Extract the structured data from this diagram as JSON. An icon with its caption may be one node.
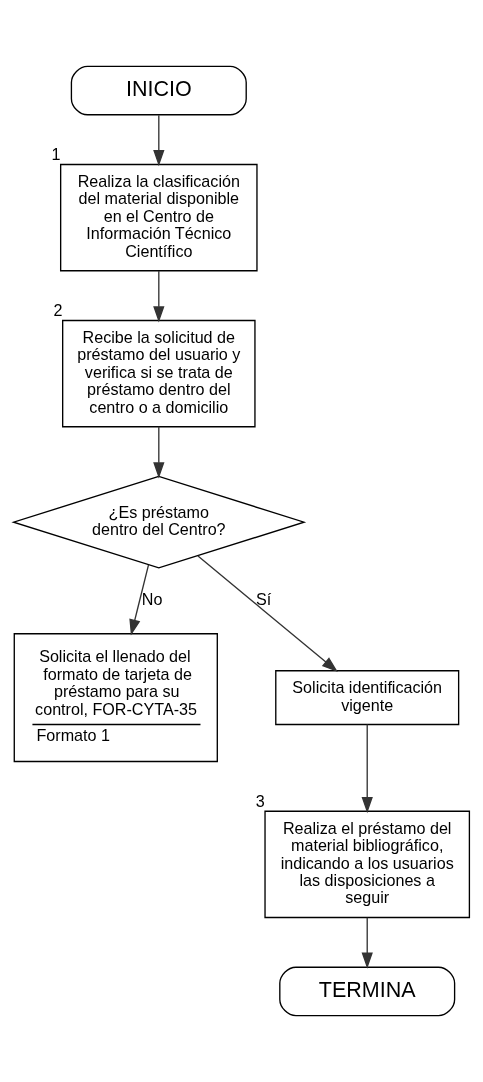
{
  "diagram": {
    "nodes": [
      {
        "text": [
          "INICIO"
        ]
      },
      {
        "text": [
          "Realiza la clasificación del material disponible en el Centro de Información Técnico Científico"
        ],
        "beside": [
          "1"
        ]
      },
      {
        "text": [
          "Recibe la solicitud de préstamo del usuario y verifica si se trata de préstamo dentro del centro o a domicilio"
        ],
        "beside": [
          "2"
        ]
      },
      {
        "text": [
          "¿Es préstamo dentro del Centro?"
        ]
      },
      {
        "text": [
          "Solicita el llenado del formato de tarjeta de préstamo para su control, FOR-CYTA-35",
          "Formato 1"
        ]
      },
      {
        "text": [
          "Solicita identificación vigente"
        ]
      },
      {
        "text": [
          "Realiza el préstamo del material bibliográfico, indicando a los usuarios las disposiciones a seguir"
        ],
        "beside": [
          "3"
        ]
      },
      {
        "text": [
          "TERMINA"
        ]
      }
    ],
    "edges": [
      {
        "from": 0,
        "to": 1,
        "arrow": "to"
      },
      {
        "from": 1,
        "to": 2,
        "arrow": "to"
      },
      {
        "from": 2,
        "to": 3,
        "arrow": "to"
      },
      {
        "from": 3,
        "to": 4,
        "arrow": "to",
        "label": "No"
      },
      {
        "from": 3,
        "to": 5,
        "arrow": "to",
        "label": "Sí"
      },
      {
        "from": 5,
        "to": 6,
        "arrow": "to"
      },
      {
        "from": 6,
        "to": 7,
        "arrow": "to"
      }
    ]
  }
}
